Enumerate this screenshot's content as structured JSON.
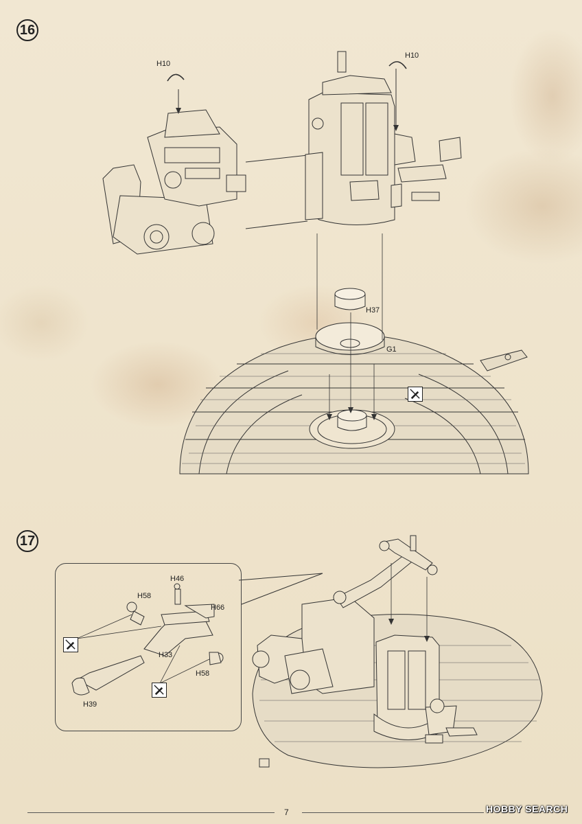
{
  "steps": [
    {
      "number": "16"
    },
    {
      "number": "17"
    }
  ],
  "step16": {
    "part_left": "H10",
    "part_right": "H10",
    "part_lid": "H37",
    "part_ring": "G1",
    "symbol": "no-cement-icon"
  },
  "step17": {
    "part_h46": "H46",
    "part_h58_top": "H58",
    "part_h66": "H66",
    "part_h33": "H33",
    "part_h58_bottom": "H58",
    "part_h39": "H39",
    "symbol": "no-cement-icon"
  },
  "footer": {
    "page_number": "7",
    "watermark": "HOBBY SEARCH"
  }
}
